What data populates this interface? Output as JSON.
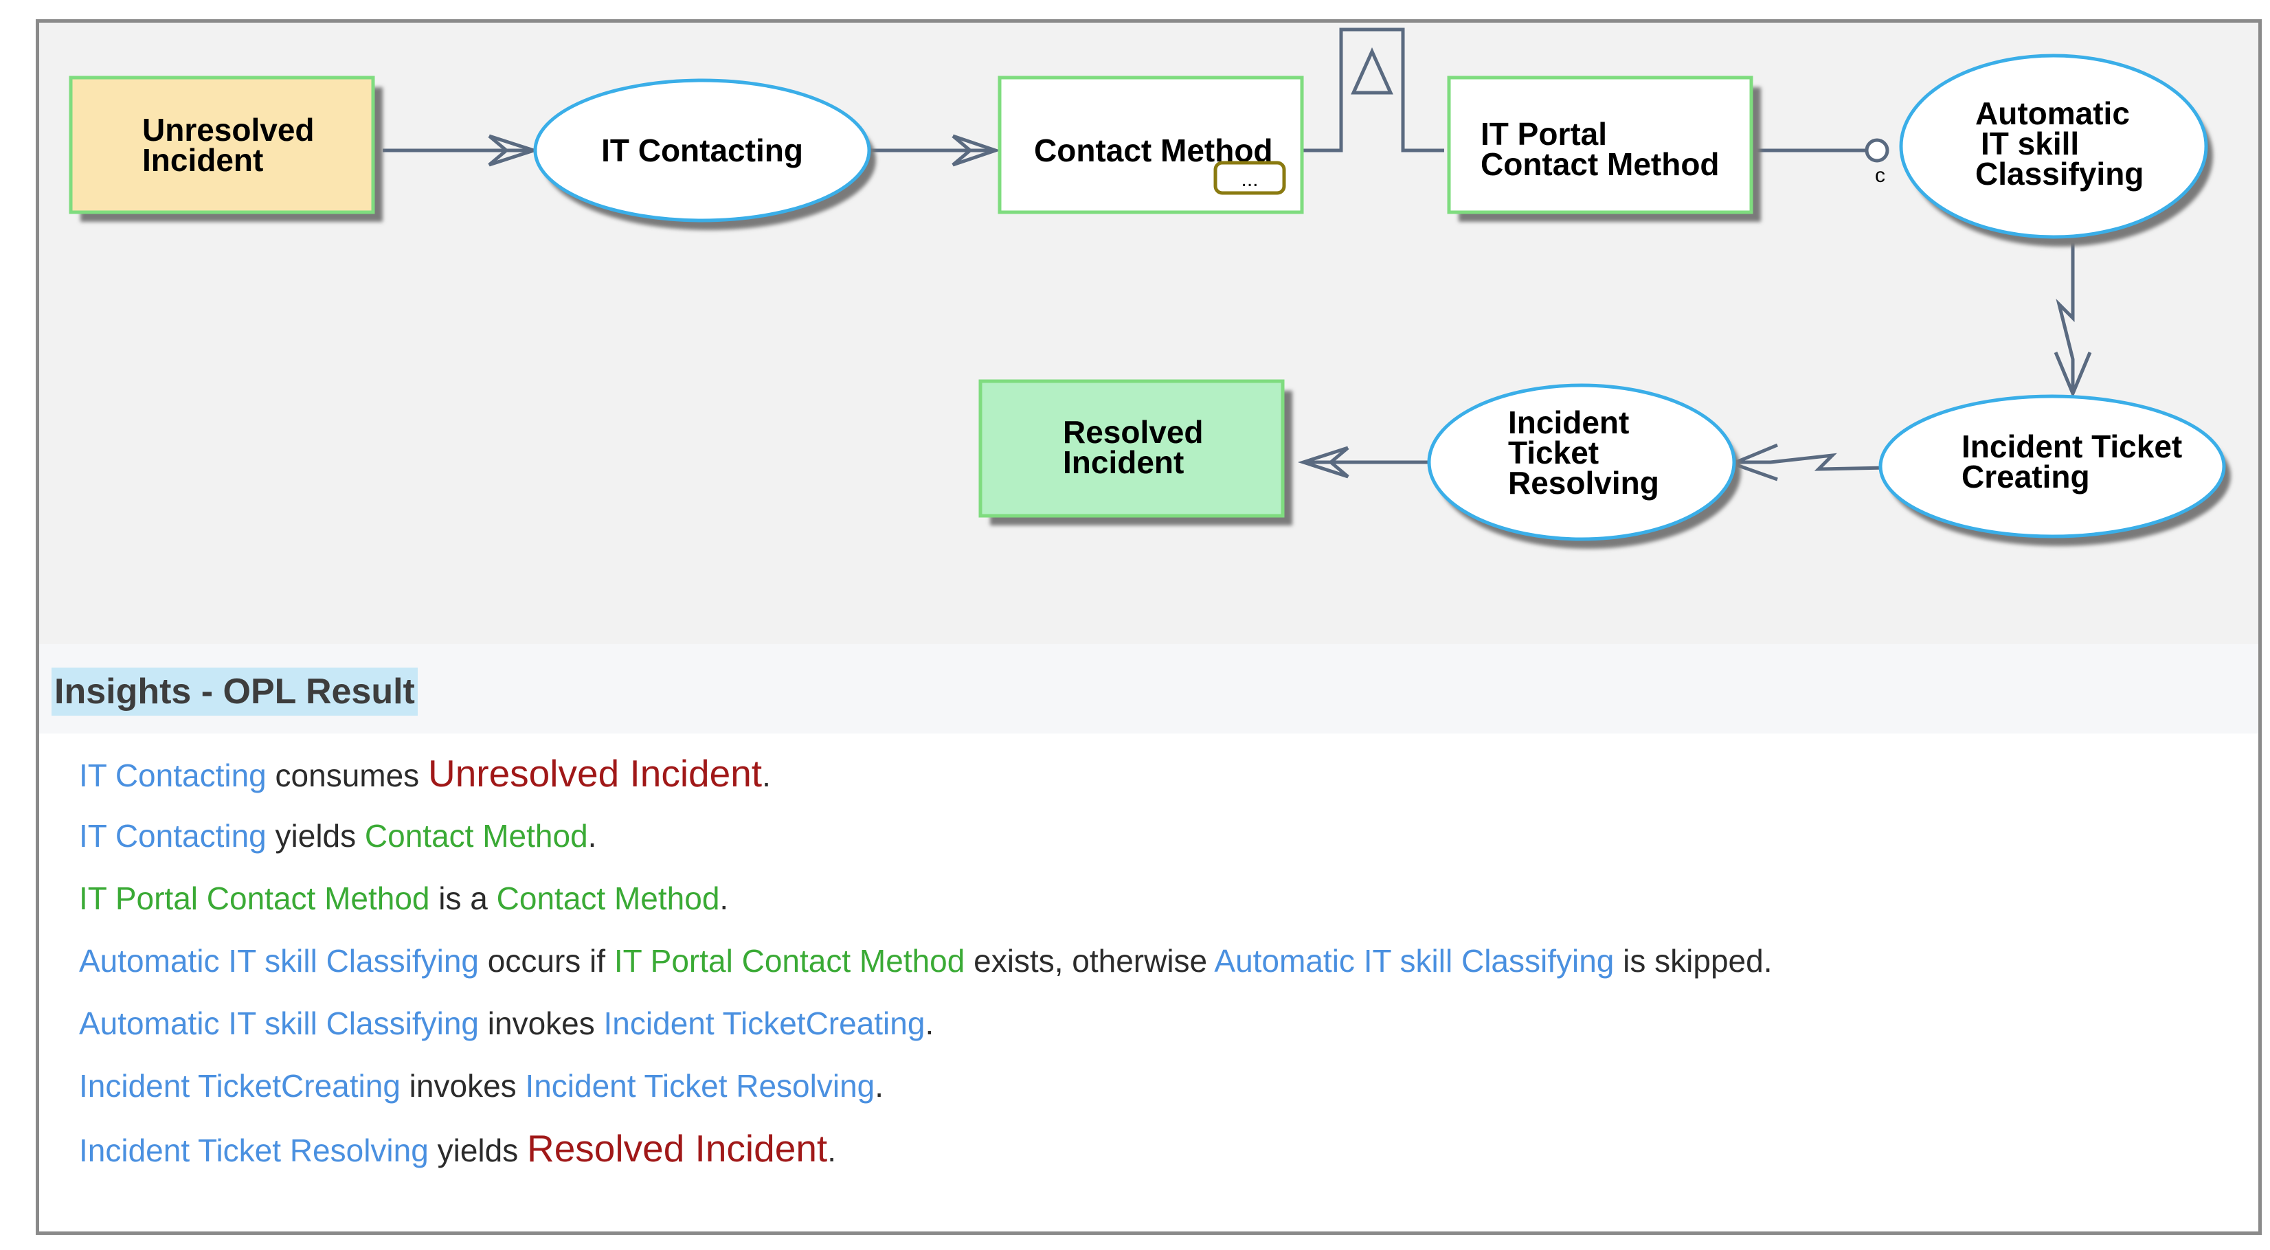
{
  "diagram": {
    "nodes": {
      "unresolved_incident": [
        "Unresolved",
        "Incident"
      ],
      "it_contacting": [
        "IT Contacting"
      ],
      "contact_method": [
        "Contact Method"
      ],
      "it_portal_contact_method": [
        "IT Portal",
        "Contact Method"
      ],
      "automatic_classifying": [
        "Automatic",
        "IT skill",
        "Classifying"
      ],
      "incident_ticket_creating": [
        "Incident Ticket",
        "Creating"
      ],
      "incident_ticket_resolving": [
        "Incident",
        "Ticket",
        "Resolving"
      ],
      "resolved_incident": [
        "Resolved",
        "Incident"
      ]
    },
    "ellipsis_label": "...",
    "condition_label": "c",
    "colors": {
      "object_border": "#7fdc7f",
      "process_border": "#3aaee8",
      "unresolved_fill": "#fbe5b0",
      "resolved_fill": "#b4f0c4",
      "link": "#5a6a80",
      "shadow": "#7a7a7a"
    }
  },
  "insights": {
    "title": "Insights - OPL Result",
    "sentences": [
      {
        "parts": [
          {
            "t": "IT Contacting",
            "k": "proc"
          },
          {
            "t": " consumes ",
            "k": "text"
          },
          {
            "t": "Unresolved Incident",
            "k": "red"
          },
          {
            "t": ".",
            "k": "text"
          }
        ]
      },
      {
        "parts": [
          {
            "t": "IT Contacting",
            "k": "proc"
          },
          {
            "t": " yields ",
            "k": "text"
          },
          {
            "t": "Contact Method",
            "k": "obj"
          },
          {
            "t": ".",
            "k": "text"
          }
        ]
      },
      {
        "parts": [
          {
            "t": "IT Portal Contact Method",
            "k": "obj"
          },
          {
            "t": " is a ",
            "k": "text"
          },
          {
            "t": "Contact Method",
            "k": "obj"
          },
          {
            "t": ".",
            "k": "text"
          }
        ]
      },
      {
        "parts": [
          {
            "t": "Automatic  IT skill Classifying",
            "k": "proc"
          },
          {
            "t": " occurs if ",
            "k": "text"
          },
          {
            "t": "IT Portal Contact Method",
            "k": "obj"
          },
          {
            "t": " exists, otherwise ",
            "k": "text"
          },
          {
            "t": "Automatic  IT skill Classifying",
            "k": "proc"
          },
          {
            "t": " is skipped.",
            "k": "text"
          }
        ]
      },
      {
        "parts": [
          {
            "t": "Automatic  IT skill Classifying",
            "k": "proc"
          },
          {
            "t": " invokes ",
            "k": "text"
          },
          {
            "t": "Incident TicketCreating",
            "k": "proc"
          },
          {
            "t": ".",
            "k": "text"
          }
        ]
      },
      {
        "parts": [
          {
            "t": "Incident TicketCreating",
            "k": "proc"
          },
          {
            "t": " invokes ",
            "k": "text"
          },
          {
            "t": "Incident Ticket Resolving",
            "k": "proc"
          },
          {
            "t": ".",
            "k": "text"
          }
        ]
      },
      {
        "parts": [
          {
            "t": "Incident Ticket Resolving",
            "k": "proc"
          },
          {
            "t": " yields ",
            "k": "text"
          },
          {
            "t": "Resolved Incident",
            "k": "red"
          },
          {
            "t": ".",
            "k": "text"
          }
        ]
      }
    ]
  }
}
